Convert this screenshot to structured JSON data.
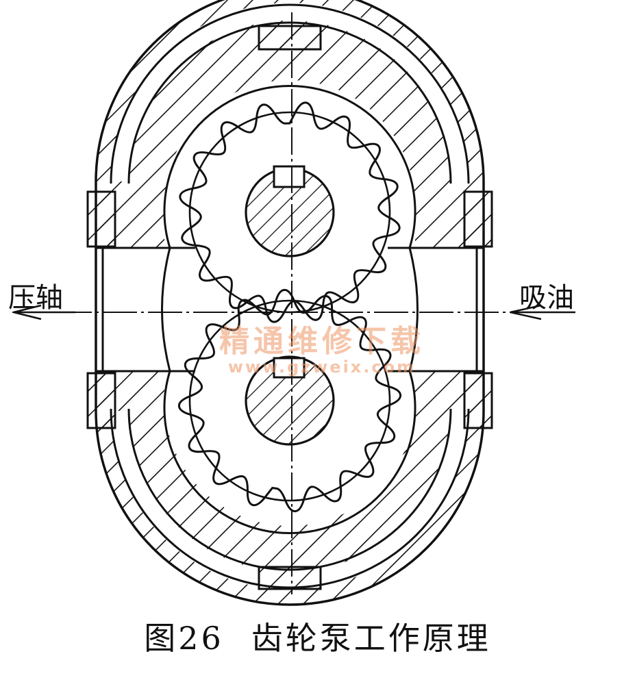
{
  "labels": {
    "left_port": "压轴",
    "right_port": "吸油"
  },
  "caption": {
    "figure_no": "图26",
    "title": "齿轮泵工作原理"
  },
  "watermark": {
    "name": "精通维修下载",
    "url": "www.gzweix.com"
  },
  "colors": {
    "ink": "#111111",
    "watermark": "#ec9664"
  }
}
